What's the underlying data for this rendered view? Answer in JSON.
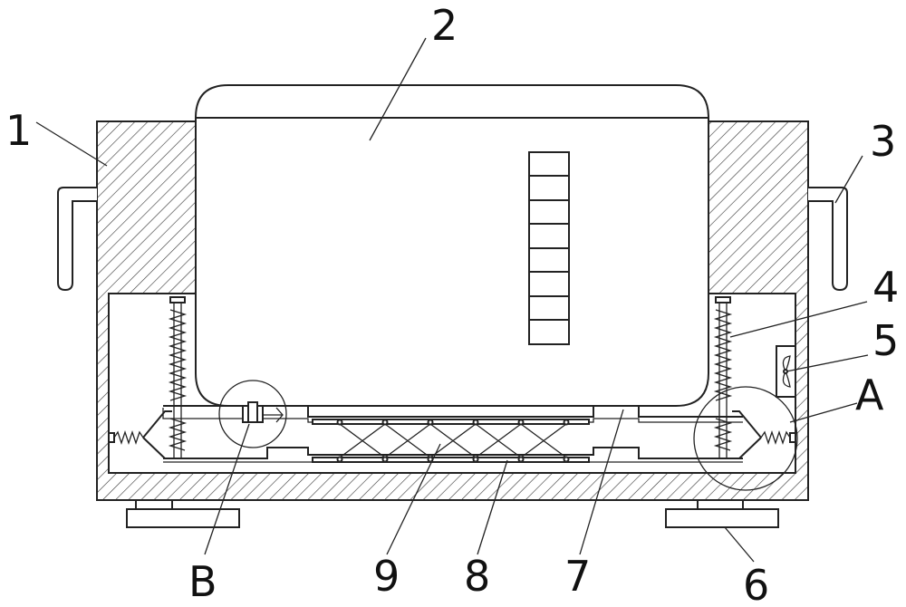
{
  "figure": {
    "labels": {
      "l1": "1",
      "l2": "2",
      "l3": "3",
      "l4": "4",
      "l5": "5",
      "lA": "A",
      "l6": "6",
      "l7": "7",
      "l8": "8",
      "l9": "9",
      "lB": "B"
    }
  }
}
